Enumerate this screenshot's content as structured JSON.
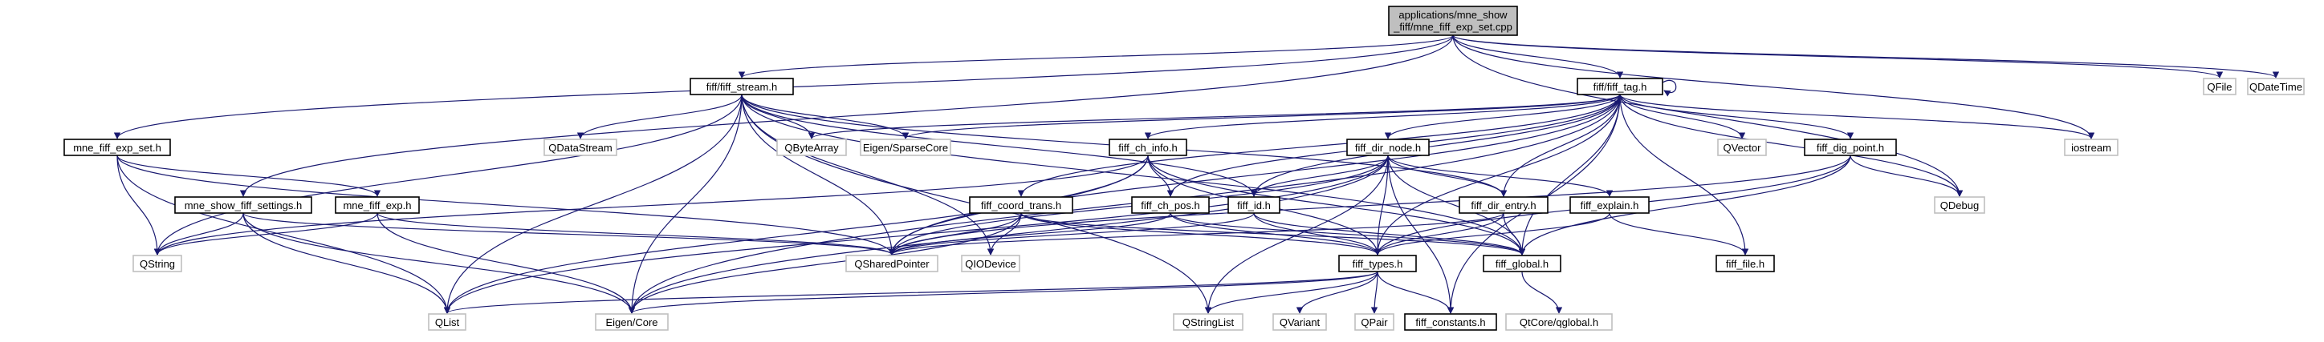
{
  "nodes": {
    "root": [
      "applications/mne_show",
      "_fiff/mne_fiff_exp_set.cpp"
    ],
    "fiff_stream": "fiff/fiff_stream.h",
    "fiff_tag": "fiff/fiff_tag.h",
    "qfile": "QFile",
    "qdatetime": "QDateTime",
    "mne_fiff_exp_set": "mne_fiff_exp_set.h",
    "qdatastream": "QDataStream",
    "qbytearray": "QByteArray",
    "eigen_sparsecore": "Eigen/SparseCore",
    "fiff_ch_info": "fiff_ch_info.h",
    "fiff_dir_node": "fiff_dir_node.h",
    "qvector": "QVector",
    "fiff_dig_point": "fiff_dig_point.h",
    "iostream": "iostream",
    "mne_show_fiff_settings": "mne_show_fiff_settings.h",
    "mne_fiff_exp": "mne_fiff_exp.h",
    "fiff_coord_trans": "fiff_coord_trans.h",
    "fiff_ch_pos": "fiff_ch_pos.h",
    "fiff_id": "fiff_id.h",
    "fiff_dir_entry": "fiff_dir_entry.h",
    "fiff_explain": "fiff_explain.h",
    "qdebug": "QDebug",
    "qstring": "QString",
    "qsharedpointer": "QSharedPointer",
    "qiodevice": "QIODevice",
    "fiff_types": "fiff_types.h",
    "fiff_global": "fiff_global.h",
    "fiff_file": "fiff_file.h",
    "qlist": "QList",
    "eigen_core": "Eigen/Core",
    "qstringlist": "QStringList",
    "qvariant": "QVariant",
    "qpair": "QPair",
    "fiff_constants": "fiff_constants.h",
    "qtcore_qglobal": "QtCore/qglobal.h"
  },
  "colors": {
    "edge": "#191970",
    "box_border": "#000000",
    "external_border": "#bfbfbf",
    "root_fill": "#bfbfbf"
  }
}
